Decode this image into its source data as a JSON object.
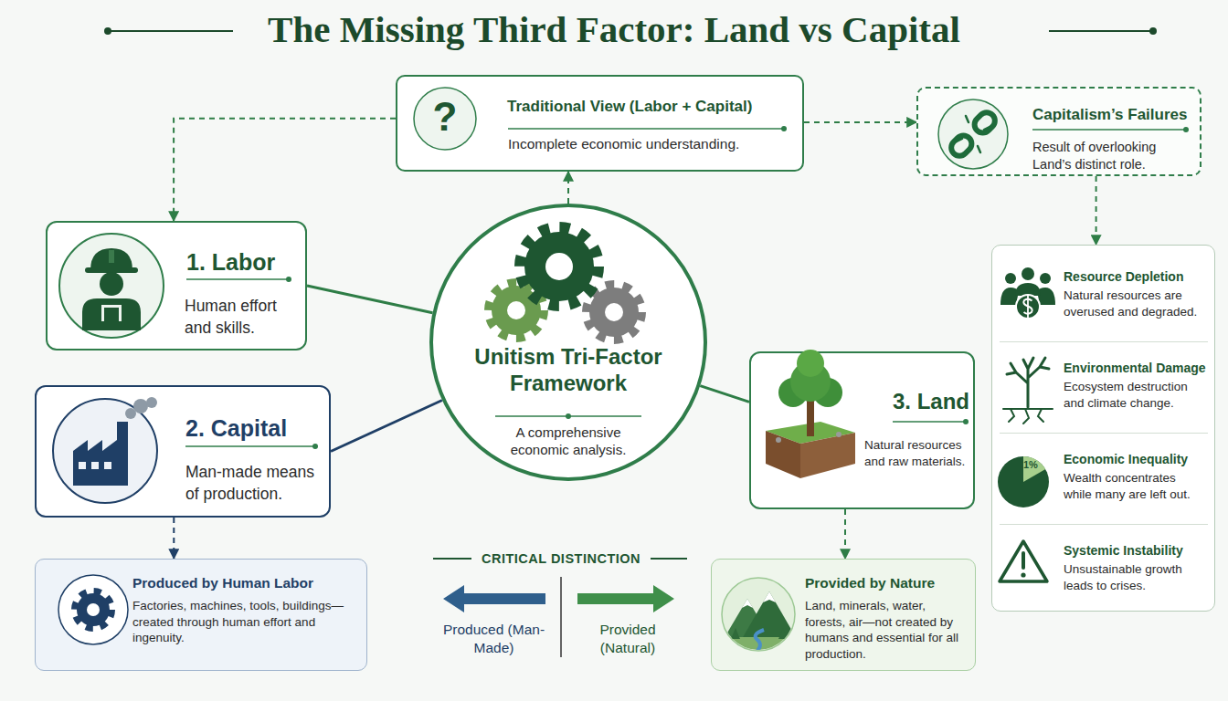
{
  "diagram": {
    "title": "The Missing Third Factor: Land vs Capital",
    "nodes": [
      {
        "text": [
          "Traditional View (Labor + Capital)",
          "Incomplete economic understanding."
        ]
      },
      {
        "text": [
          "Capitalism’s Failures",
          "Result of overlooking Land’s distinct role."
        ]
      },
      {
        "text": [
          "1. Labor",
          "Human effort and skills."
        ]
      },
      {
        "text": [
          "Unitism Tri-Factor Framework",
          "A comprehensive economic analysis."
        ]
      },
      {
        "text": []
      },
      {
        "text": [
          "Resource Depletion",
          "Natural resources are overused and degraded."
        ],
        "in": 4
      },
      {
        "text": [
          "Environmental Damage",
          "Ecosystem destruction and climate change."
        ],
        "in": 4
      },
      {
        "text": [
          "Economic Inequality",
          "Wealth concentrates while many are left out."
        ],
        "in": 4
      },
      {
        "text": [
          "Systemic Instability",
          "Unsustainable growth leads to crises."
        ],
        "in": 4
      },
      {
        "text": [
          "3. Land",
          "Natural resources and raw materials."
        ]
      },
      {
        "text": [
          "2. Capital",
          "Man-made means of production."
        ]
      },
      {
        "text": [
          "Produced by Human Labor",
          "Factories, machines, tools, buildings—created through human effort and ingenuity."
        ]
      },
      {
        "text": [
          "Provided by Nature",
          "Land, minerals, water, forests, air—not created by humans and essential for all production."
        ]
      }
    ],
    "edges": [
      {
        "from": 3,
        "to": 0,
        "arrow": "to"
      },
      {
        "from": 0,
        "to": 2,
        "arrow": "to"
      },
      {
        "from": 0,
        "to": 1,
        "arrow": "to"
      },
      {
        "from": 1,
        "to": 4,
        "arrow": "to"
      },
      {
        "from": 2,
        "to": 3,
        "arrow": "none"
      },
      {
        "from": 10,
        "to": 3,
        "arrow": "none"
      },
      {
        "from": 3,
        "to": 9,
        "arrow": "none"
      },
      {
        "from": 10,
        "to": 11,
        "arrow": "to"
      },
      {
        "from": 9,
        "to": 12,
        "arrow": "to"
      }
    ],
    "labels": [
      "CRITICAL DISTINCTION",
      "Produced (Man-Made)",
      "Provided (Natural)",
      "1%",
      "?"
    ]
  }
}
